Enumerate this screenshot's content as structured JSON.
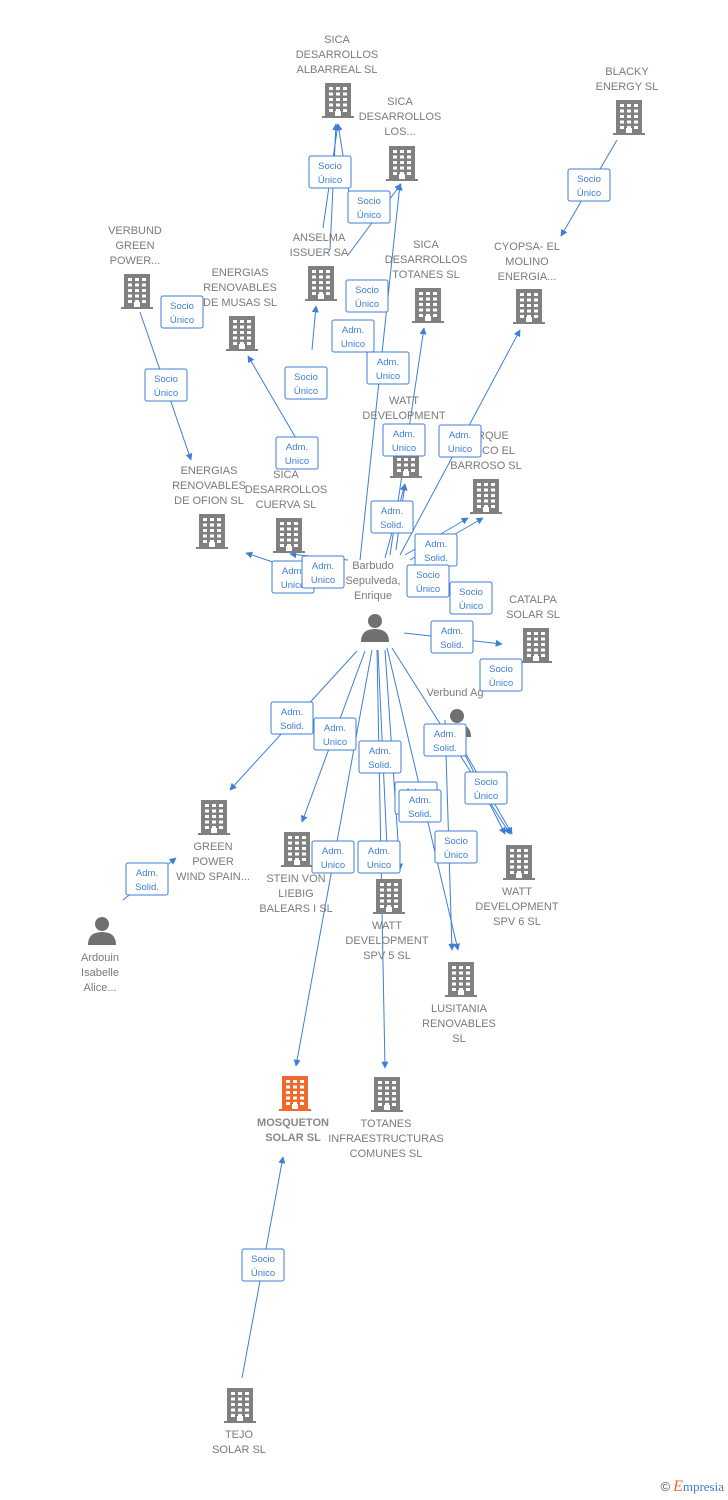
{
  "colors": {
    "edge": "#3d7fd6",
    "company": "#808080",
    "focus": "#f0682a",
    "person": "#707070"
  },
  "nodes": [
    {
      "id": "sica_albarreal",
      "type": "company",
      "lines": [
        "SICA",
        "DESARROLLOS",
        "ALBARREAL SL"
      ]
    },
    {
      "id": "sica_los",
      "type": "company",
      "lines": [
        "SICA",
        "DESARROLLOS",
        "LOS..."
      ]
    },
    {
      "id": "blacky",
      "type": "company",
      "lines": [
        "BLACKY",
        "ENERGY  SL"
      ]
    },
    {
      "id": "verbund_green",
      "type": "company",
      "lines": [
        "VERBUND",
        "GREEN",
        "POWER..."
      ]
    },
    {
      "id": "anselma",
      "type": "company",
      "lines": [
        "ANSELMA",
        "ISSUER SA"
      ]
    },
    {
      "id": "energias_musas",
      "type": "company",
      "lines": [
        "ENERGIAS",
        "RENOVABLES",
        "DE MUSAS  SL"
      ]
    },
    {
      "id": "sica_totanes",
      "type": "company",
      "lines": [
        "SICA",
        "DESARROLLOS",
        "TOTANES  SL"
      ]
    },
    {
      "id": "cyopsa",
      "type": "company",
      "lines": [
        "CYOPSA- EL",
        "MOLINO",
        "ENERGIA..."
      ]
    },
    {
      "id": "watt_dev",
      "type": "company",
      "lines": [
        "WATT",
        "DEVELOPMENT",
        "SPV..."
      ]
    },
    {
      "id": "parque_barroso",
      "type": "company",
      "lines": [
        "PARQUE",
        "EOLICO EL",
        "BARROSO  SL"
      ]
    },
    {
      "id": "energias_ofion",
      "type": "company",
      "lines": [
        "ENERGIAS",
        "RENOVABLES",
        "DE OFION  SL"
      ]
    },
    {
      "id": "sica_cuerva",
      "type": "company",
      "lines": [
        "SICA",
        "DESARROLLOS",
        "CUERVA SL"
      ]
    },
    {
      "id": "barbudo",
      "type": "person",
      "lines": [
        "Barbudo",
        "Sepulveda,",
        "Enrique"
      ]
    },
    {
      "id": "catalpa",
      "type": "company",
      "lines": [
        "CATALPA",
        "SOLAR  SL"
      ]
    },
    {
      "id": "verbund_ag",
      "type": "person",
      "lines": [
        "Verbund Ag"
      ]
    },
    {
      "id": "green_power",
      "type": "company",
      "lines": [
        "GREEN",
        "POWER",
        "WIND SPAIN..."
      ]
    },
    {
      "id": "ardouin",
      "type": "person",
      "lines": [
        "Ardouin",
        "Isabelle",
        "Alice..."
      ]
    },
    {
      "id": "stein",
      "type": "company",
      "lines": [
        "STEIN VON",
        "LIEBIG",
        "BALEARS I SL"
      ]
    },
    {
      "id": "watt5",
      "type": "company",
      "lines": [
        "WATT",
        "DEVELOPMENT",
        "SPV 5  SL"
      ]
    },
    {
      "id": "watt6",
      "type": "company",
      "lines": [
        "WATT",
        "DEVELOPMENT",
        "SPV 6  SL"
      ]
    },
    {
      "id": "lusitania",
      "type": "company",
      "lines": [
        "LUSITANIA",
        "RENOVABLES",
        "SL"
      ]
    },
    {
      "id": "mosqueton",
      "type": "focus",
      "lines": [
        "MOSQUETON",
        "SOLAR  SL"
      ]
    },
    {
      "id": "totanes_infra",
      "type": "company",
      "lines": [
        "TOTANES",
        "INFRAESTRUCTURAS",
        "COMUNES  SL"
      ]
    },
    {
      "id": "tejo",
      "type": "company",
      "lines": [
        "TEJO",
        "SOLAR  SL"
      ]
    }
  ],
  "relations": [
    {
      "lines": [
        "Socio",
        "Único"
      ]
    },
    {
      "lines": [
        "Socio",
        "Único"
      ]
    },
    {
      "lines": [
        "Socio",
        "Único"
      ]
    },
    {
      "lines": [
        "Socio",
        "Único"
      ]
    },
    {
      "lines": [
        "Socio",
        "Único"
      ]
    },
    {
      "lines": [
        "Socio",
        "Único"
      ]
    },
    {
      "lines": [
        "Adm.",
        "Unico"
      ]
    },
    {
      "lines": [
        "Adm.",
        "Unico"
      ]
    },
    {
      "lines": [
        "Socio",
        "Único"
      ]
    },
    {
      "lines": [
        "Adm.",
        "Unico"
      ]
    },
    {
      "lines": [
        "Adm.",
        "Unico"
      ]
    },
    {
      "lines": [
        "Adm.",
        "Unico"
      ]
    },
    {
      "lines": [
        "Adm.",
        "Solid."
      ]
    },
    {
      "lines": [
        "Adm.",
        "Solid."
      ]
    },
    {
      "lines": [
        "Adm.",
        "Unico"
      ]
    },
    {
      "lines": [
        "Adm.",
        "Unico"
      ]
    },
    {
      "lines": [
        "Socio",
        "Único"
      ]
    },
    {
      "lines": [
        "Socio",
        "Único"
      ]
    },
    {
      "lines": [
        "Adm.",
        "Solid."
      ]
    },
    {
      "lines": [
        "Socio",
        "Único"
      ]
    },
    {
      "lines": [
        "Adm.",
        "Solid."
      ]
    },
    {
      "lines": [
        "Adm.",
        "Unico"
      ]
    },
    {
      "lines": [
        "Adm.",
        "Solid."
      ]
    },
    {
      "lines": [
        "Adm.",
        "Solid."
      ]
    },
    {
      "lines": [
        "Socio",
        "Único"
      ]
    },
    {
      "lines": [
        "Adm.",
        "Solid."
      ]
    },
    {
      "lines": [
        "Adm.",
        "Solid."
      ]
    },
    {
      "lines": [
        "Adm.",
        "Unico"
      ]
    },
    {
      "lines": [
        "Adm.",
        "Unico"
      ]
    },
    {
      "lines": [
        "Socio",
        "Único"
      ]
    },
    {
      "lines": [
        "Adm.",
        "Solid."
      ]
    },
    {
      "lines": [
        "Socio",
        "Único"
      ]
    }
  ],
  "footer": {
    "copyright": "©",
    "brand_initial": "E",
    "brand_rest": "mpresia"
  }
}
